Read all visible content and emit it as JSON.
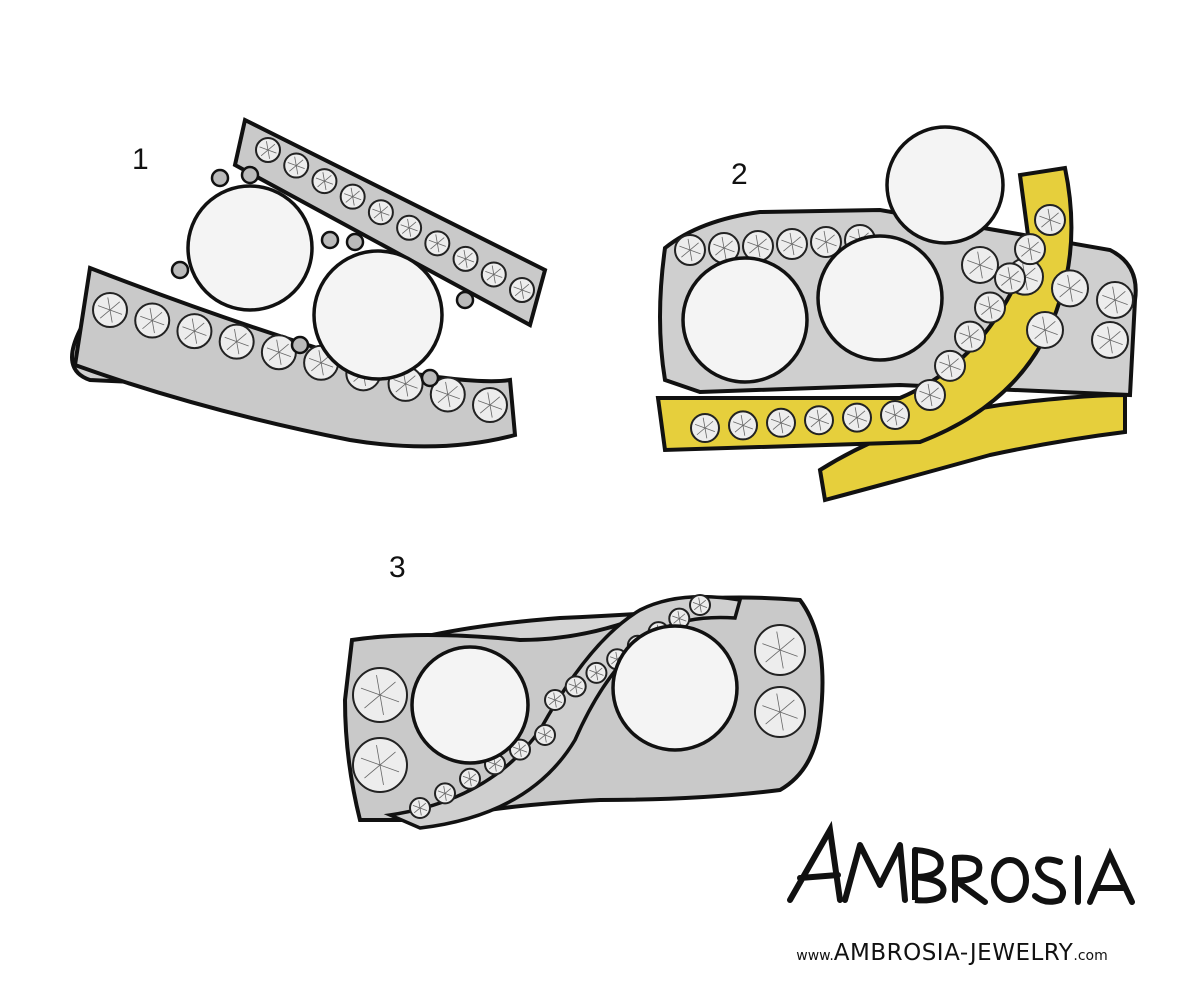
{
  "sketches": [
    {
      "number": "1",
      "metal": "white gold"
    },
    {
      "number": "2",
      "metal": "two-tone yellow and white gold"
    },
    {
      "number": "3",
      "metal": "white gold"
    }
  ],
  "brand": {
    "logo_text": "AMBROSIA",
    "url_prefix": "www.",
    "url_main": "AMBROSIA-JEWELRY",
    "url_suffix": ".com"
  },
  "colors": {
    "ink": "#111111",
    "metal_gray": "#c9c9c9",
    "metal_light": "#e2e2e2",
    "gold": "#e6cf3c",
    "stone_fill": "#f4f4f4"
  }
}
